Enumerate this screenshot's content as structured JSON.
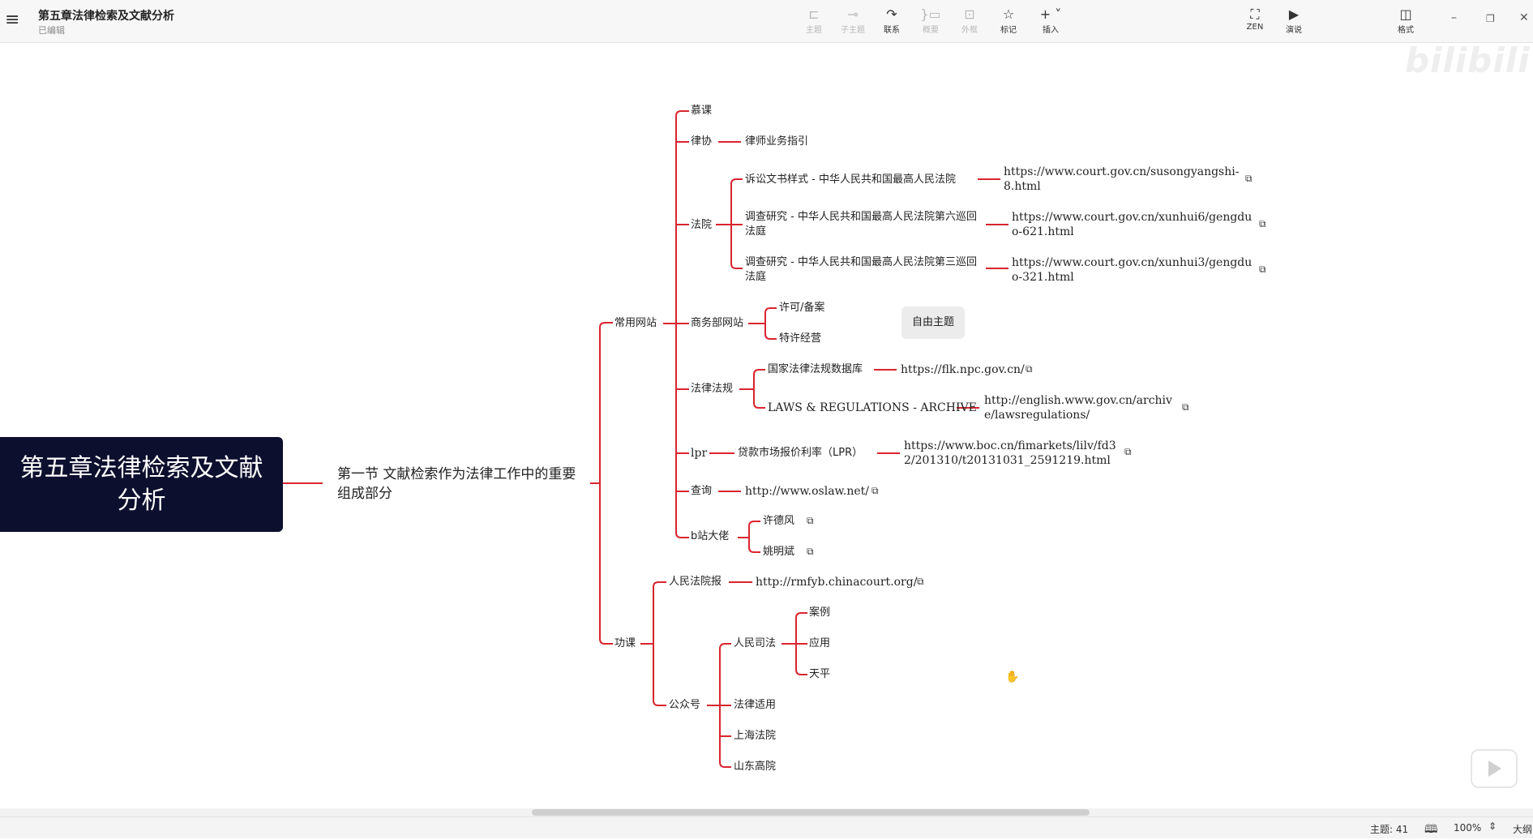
{
  "app": {
    "title": "第五章法律检索及文献分析",
    "status": "已编辑"
  },
  "toolbar": {
    "topic": "主题",
    "subtopic": "子主题",
    "relation": "联系",
    "summary": "概要",
    "boundary": "外框",
    "marker": "标记",
    "insert": "插入",
    "zen": "ZEN",
    "present": "演说",
    "format": "格式"
  },
  "map": {
    "root": "第五章法律检索及文献分析",
    "section1": "第一节 文献检索作为法律工作中的重要组成部分",
    "common_sites": "常用网站",
    "mooc": "慕课",
    "lawyers_assoc": "律协",
    "lawyer_guide": "律师业务指引",
    "court": "法院",
    "court_item1": "诉讼文书样式 - 中华人民共和国最高人民法院",
    "court_url1": "https://www.court.gov.cn/susongyangshi-8.html",
    "court_item2": "调查研究 - 中华人民共和国最高人民法院第六巡回法庭",
    "court_url2": "https://www.court.gov.cn/xunhui6/gengduo-621.html",
    "court_item3": "调查研究 - 中华人民共和国最高人民法院第三巡回法庭",
    "court_url3": "https://www.court.gov.cn/xunhui3/gengduo-321.html",
    "mofcom": "商务部网站",
    "license": "许可/备案",
    "franchise": "特许经营",
    "free_topic": "自由主题",
    "laws": "法律法规",
    "law_db": "国家法律法规数据库",
    "law_db_url": "https://flk.npc.gov.cn/",
    "laws_archive": "LAWS & REGULATIONS - ARCHIVE",
    "laws_archive_url": "http://english.www.gov.cn/archive/lawsregulations/",
    "lpr": "lpr",
    "lpr_item": "贷款市场报价利率（LPR）",
    "lpr_url": "https://www.boc.cn/fimarkets/lilv/fd32/201310/t20131031_2591219.html",
    "query": "查询",
    "query_url": "http://www.oslaw.net/",
    "bilibili": "b站大佬",
    "bili1": "许德风",
    "bili2": "姚明斌",
    "homework": "功课",
    "people_court_news": "人民法院报",
    "people_court_news_url": "http://rmfyb.chinacourt.org/",
    "wechat": "公众号",
    "people_judicature": "人民司法",
    "cases": "案例",
    "application": "应用",
    "balance": "天平",
    "law_application": "法律适用",
    "shanghai_court": "上海法院",
    "shandong_court": "山东高院"
  },
  "statusbar": {
    "topic_count": "主题: 41",
    "zoom": "100%",
    "outline": "大纲"
  },
  "colors": {
    "branch": "#d9252f",
    "root_bg": "#0d0f2f"
  }
}
